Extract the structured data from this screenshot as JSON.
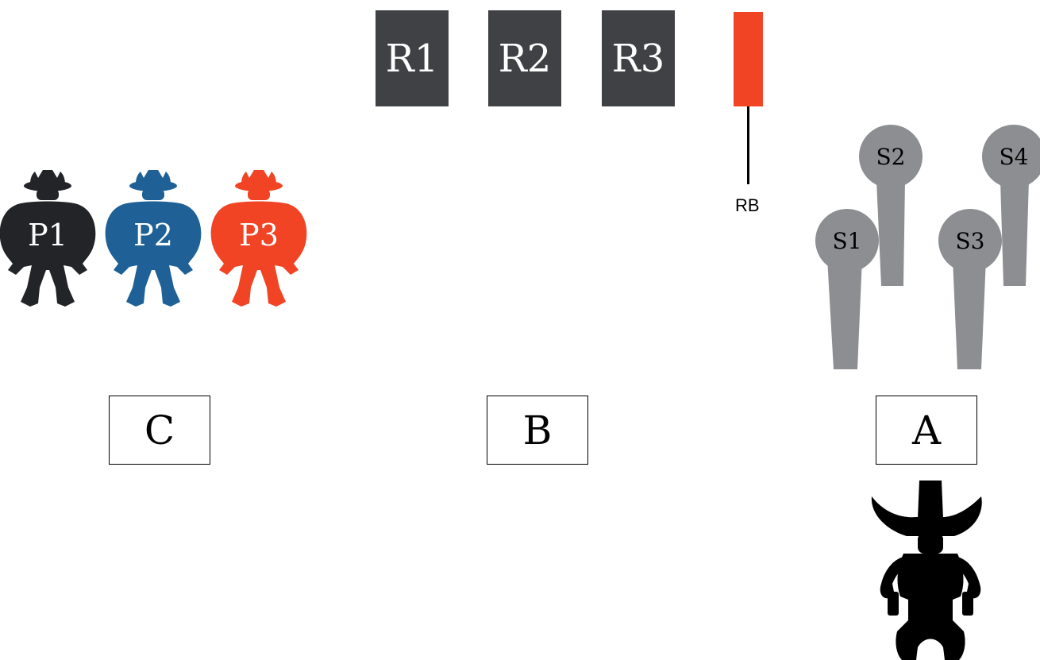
{
  "colors": {
    "receiver_fill": "#3f4144",
    "rb_fill": "#f04424",
    "spotlight_fill": "#8c8e91",
    "p1": "#222428",
    "p2": "#1f6196",
    "p3": "#f04424",
    "bandit": "#000000"
  },
  "receivers": [
    {
      "label": "R1"
    },
    {
      "label": "R2"
    },
    {
      "label": "R3"
    }
  ],
  "rb": {
    "label": "RB"
  },
  "players": [
    {
      "label": "P1",
      "color": "#222428"
    },
    {
      "label": "P2",
      "color": "#1f6196"
    },
    {
      "label": "P3",
      "color": "#f04424"
    }
  ],
  "spotlights": [
    {
      "label": "S1"
    },
    {
      "label": "S2"
    },
    {
      "label": "S3"
    },
    {
      "label": "S4"
    }
  ],
  "zones": [
    {
      "label": "C"
    },
    {
      "label": "B"
    },
    {
      "label": "A"
    }
  ],
  "icons": {
    "player": "cowboy-crouch-icon",
    "spotlight": "microphone-stand-icon",
    "bandit": "cowboy-standing-icon"
  }
}
